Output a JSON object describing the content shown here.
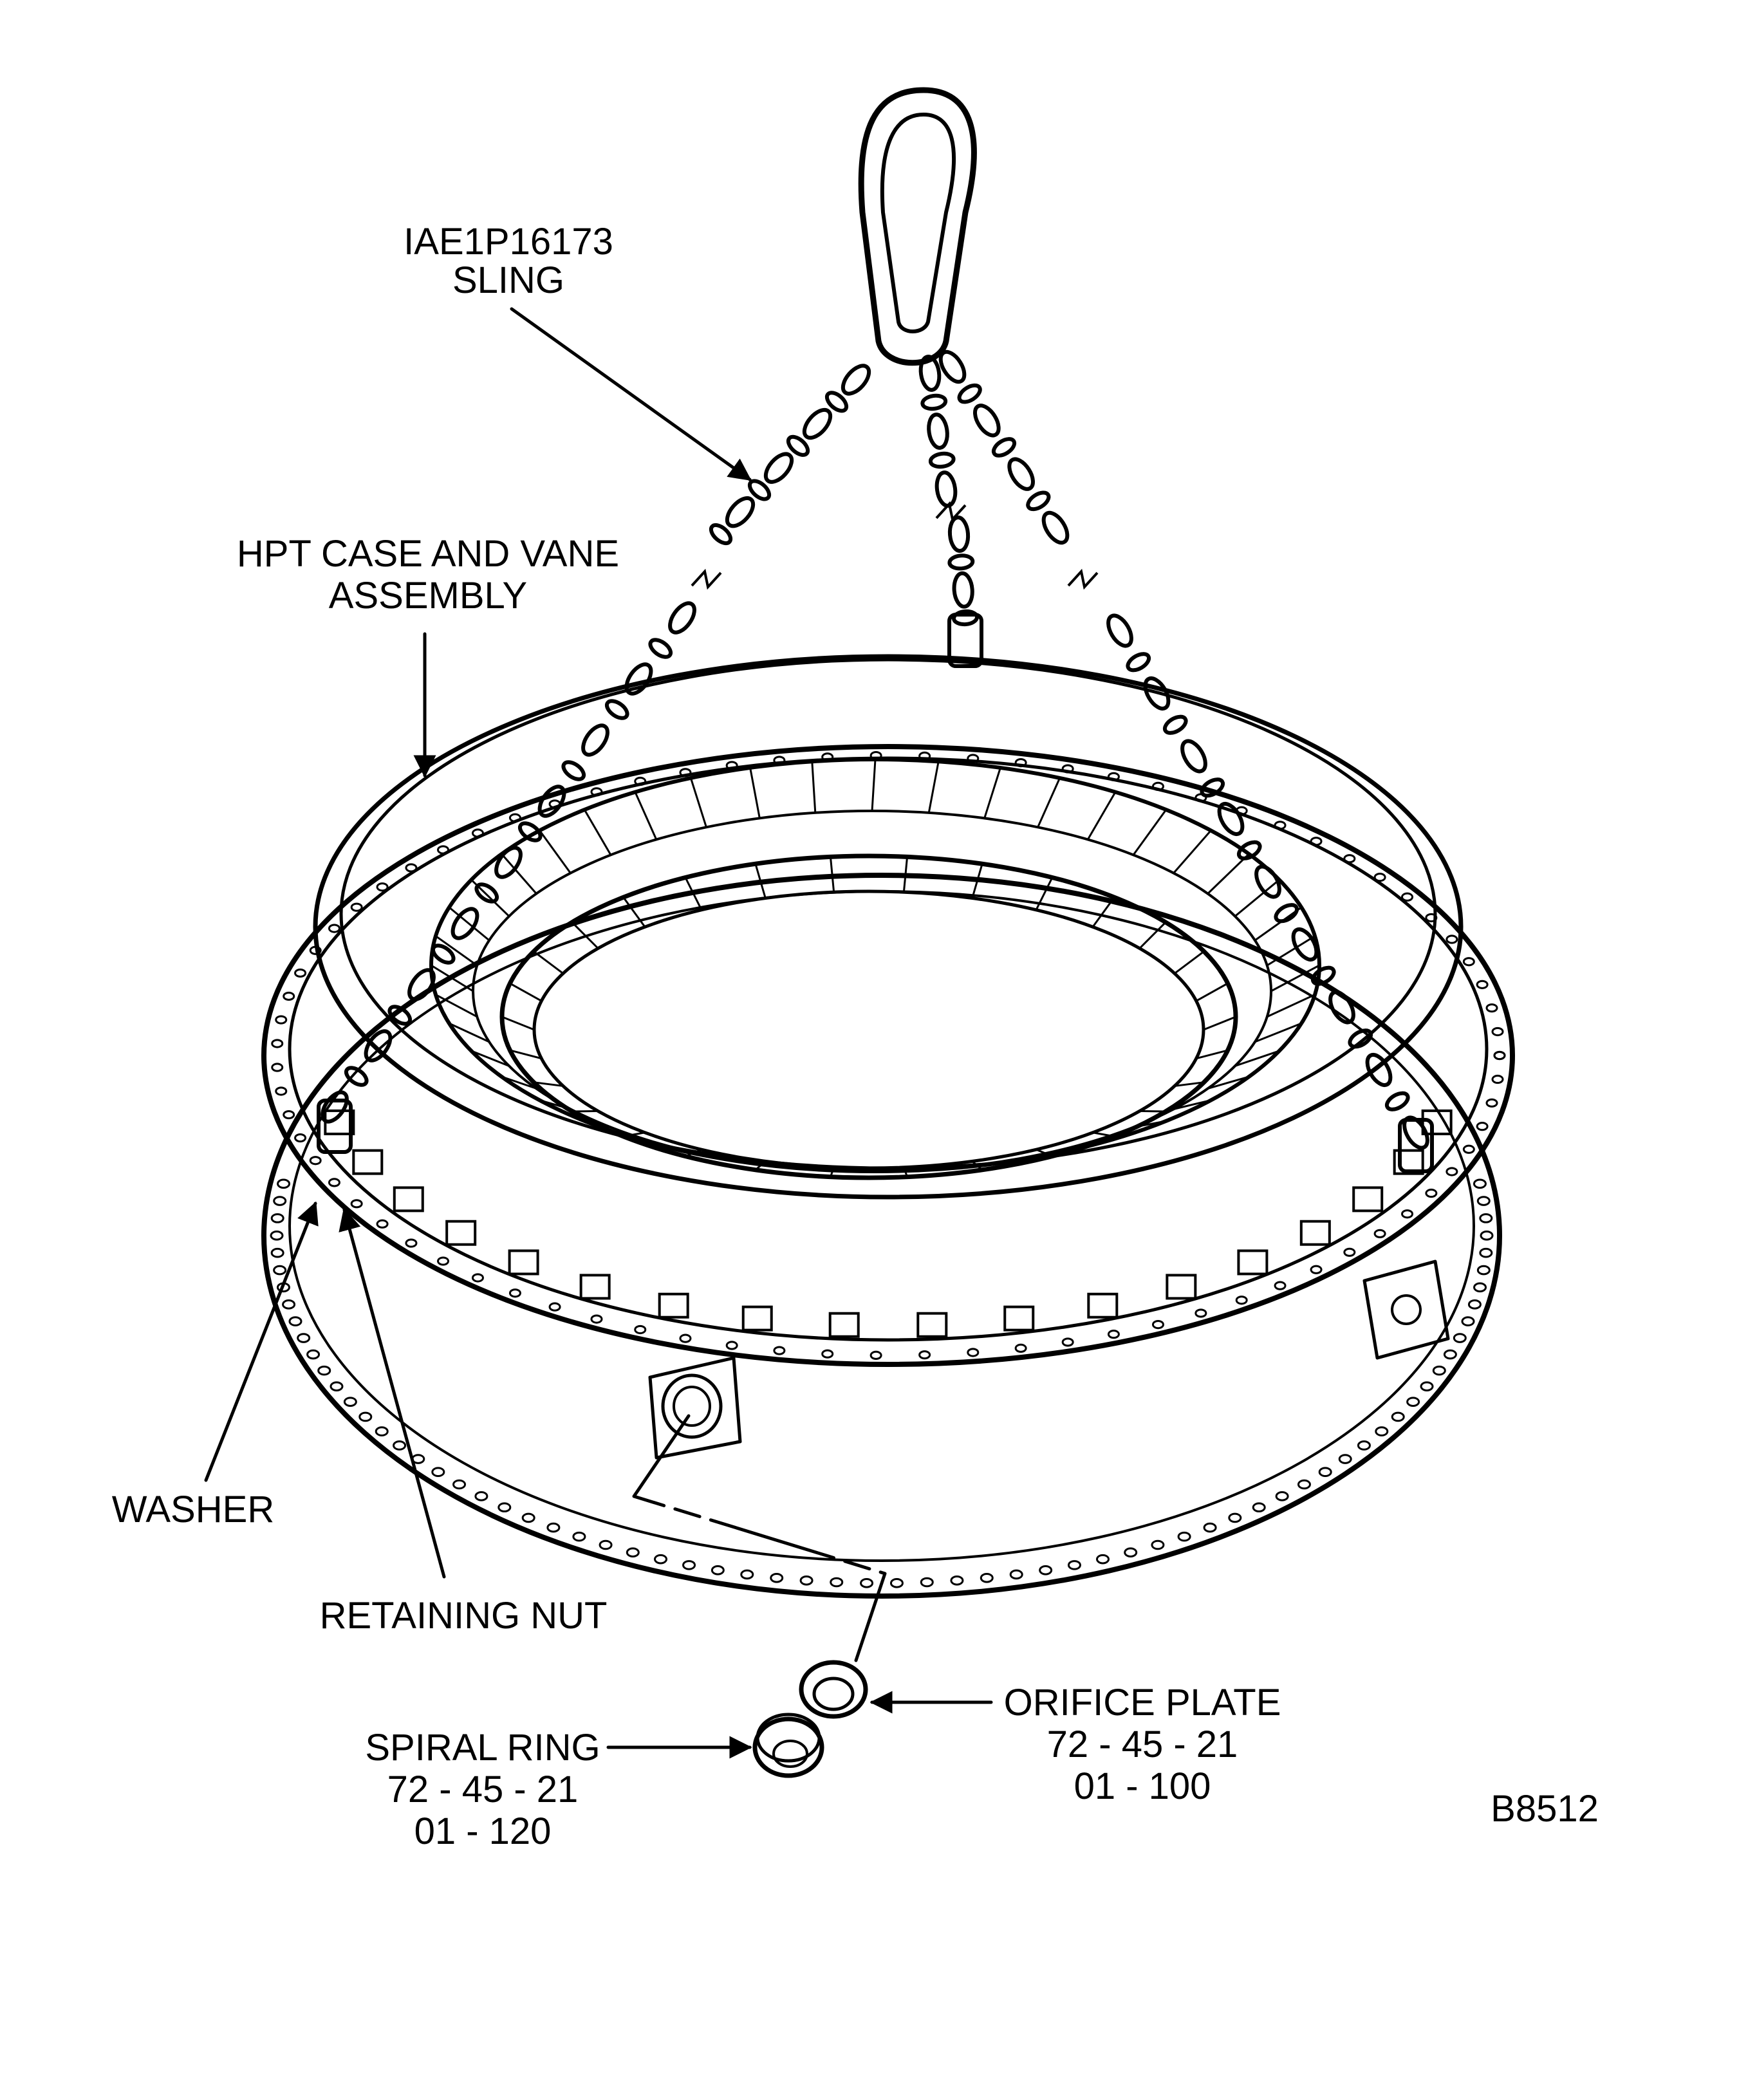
{
  "labels": {
    "sling_part_no": "IAE1P16173",
    "sling": "SLING",
    "case_line1": "HPT CASE AND VANE",
    "case_line2": "ASSEMBLY",
    "washer": "WASHER",
    "retaining_nut": "RETAINING NUT",
    "orifice_plate": "ORIFICE PLATE",
    "orifice_ref1": "72 - 45 - 21",
    "orifice_ref2": "01 - 100",
    "spiral_ring": "SPIRAL RING",
    "spiral_ref1": "72 - 45 - 21",
    "spiral_ref2": "01 - 120",
    "figure_id": "B8512"
  },
  "colors": {
    "ink": "#000000",
    "paper": "#ffffff"
  }
}
